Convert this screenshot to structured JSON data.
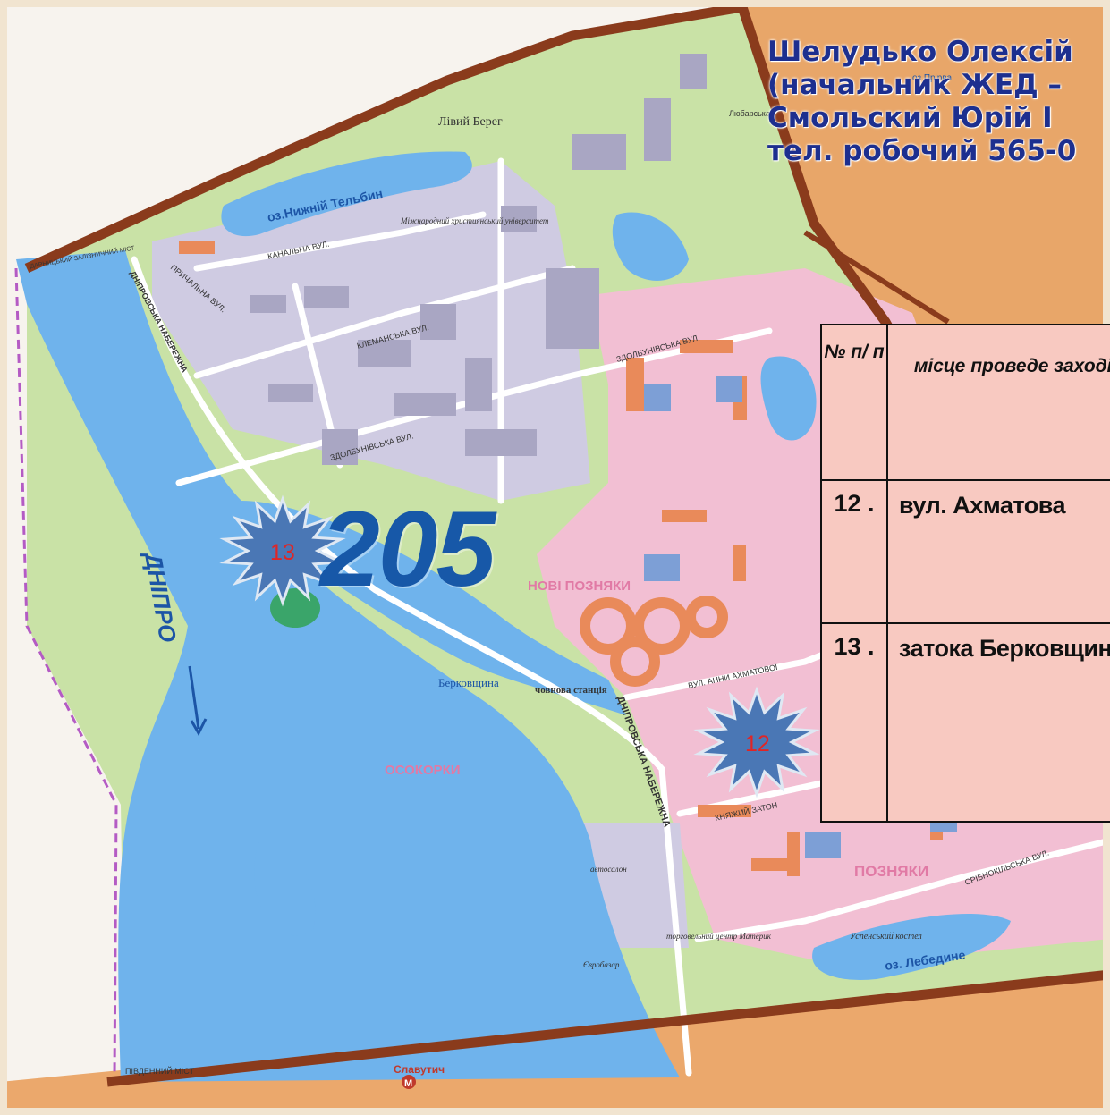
{
  "header": {
    "line1": "Шелудько Олексій",
    "line2": "(начальник ЖЕД –",
    "line3": "Смольский Юрій І",
    "line4": "тел. робочий 565-0"
  },
  "district_number": "205",
  "table": {
    "head_num": "№ п/ п",
    "head_place": "місце проведе заходів",
    "rows": [
      {
        "num": "12 .",
        "place": "вул. Ахматова"
      },
      {
        "num": "13 .",
        "place": "затока Берковщина"
      }
    ]
  },
  "markers": [
    {
      "label": "13"
    },
    {
      "label": "12"
    }
  ],
  "map_labels": {
    "dnipro": "ДНІПРО",
    "osokorky": "ОСОКОРКИ",
    "pozniaky": "ПОЗНЯКИ",
    "novi_pozniaky": "НОВІ ПОЗНЯКИ",
    "nyzhnii_telbyn": "оз.Нижній Тельбин",
    "lebedyne": "оз. Лебедине",
    "liviy_bereh": "Лівий Берег",
    "berkovshchyna": "Берковщина",
    "chovnova": "човнова станція",
    "slavutych": "Славутич",
    "darnytskyi_mist": "ДАРНИЦЬКИЙ ЗАЛІЗНИЧНИЙ МІСТ",
    "pivdennyi_mist": "ПІВДЕННИЙ МІСТ",
    "dniprovska_nab": "ДНІПРОВСЬКА НАБЕРЕЖНА",
    "zdolbunivska": "ЗДОЛБУНІВСЬКА ВУЛ.",
    "klemanska": "КЛЕМАНСЬКА ВУЛ.",
    "kanalna": "КАНАЛЬНА ВУЛ.",
    "prychalna": "ПРИЧАЛЬНА ВУЛ.",
    "kniazhyi_zaton": "КНЯЖИЙ ЗАТОН",
    "anny_akhmatovoi": "ВУЛ. АННИ АХМАТОВОЇ",
    "sribnokilska": "СРІБНОКІЛЬСЬКА ВУЛ.",
    "university": "Міжнародний християнський університет",
    "uspenskyi": "Успенський костел",
    "materyk": "торговельний центр Материк",
    "avtosalon": "автосалон",
    "yevrobazar": "Євробазар",
    "ozero_pryrva": "оз.Прірва",
    "liubarska": "Любарська"
  },
  "colors": {
    "water": "#6db0e8",
    "river_dark": "#4f9ce0",
    "pink_res": "#f2b8cf",
    "industrial": "#c9c6dd",
    "green": "#bde0a6",
    "outside": "#e8a669",
    "border": "#8a3b1c",
    "header_text": "#1d2f8f",
    "marker": "#4a77b5"
  }
}
